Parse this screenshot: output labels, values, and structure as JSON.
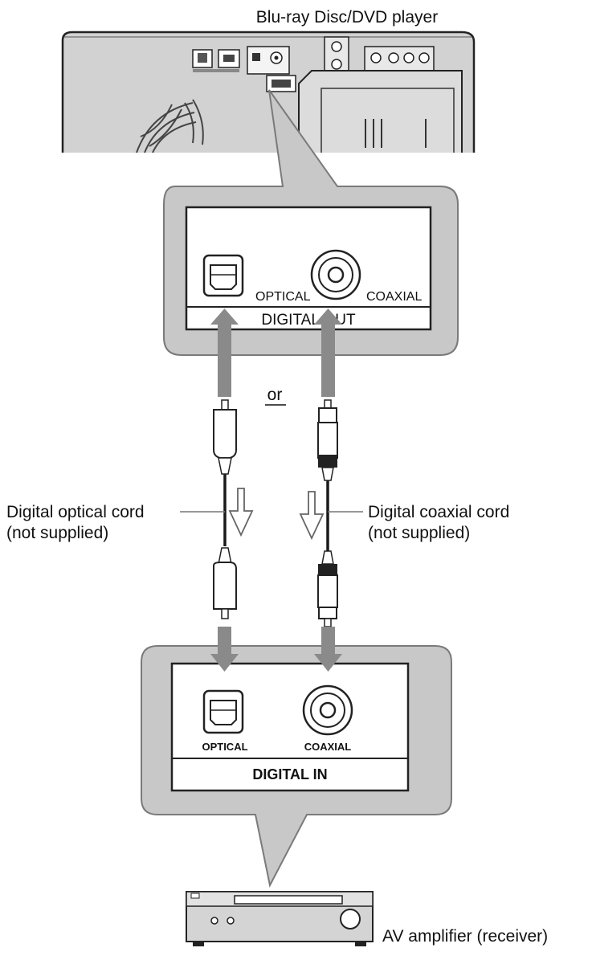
{
  "player": {
    "title": "Blu-ray Disc/DVD player"
  },
  "output_panel": {
    "optical_label": "OPTICAL",
    "coaxial_label": "COAXIAL",
    "section_label": "DIGITAL OUT"
  },
  "connector": {
    "or_label": "or"
  },
  "cords": {
    "optical_line1": "Digital optical cord",
    "optical_line2": "(not supplied)",
    "coaxial_line1": "Digital coaxial cord",
    "coaxial_line2": "(not supplied)"
  },
  "input_panel": {
    "optical_label": "OPTICAL",
    "coaxial_label": "COAXIAL",
    "section_label": "DIGITAL IN"
  },
  "amplifier": {
    "label": "AV amplifier (receiver)"
  },
  "colors": {
    "callout_gray": "#c8c8c8",
    "arrow_gray": "#8a8a8a",
    "device_gray": "#d4d4d4",
    "line_dark": "#1a1a1a"
  }
}
